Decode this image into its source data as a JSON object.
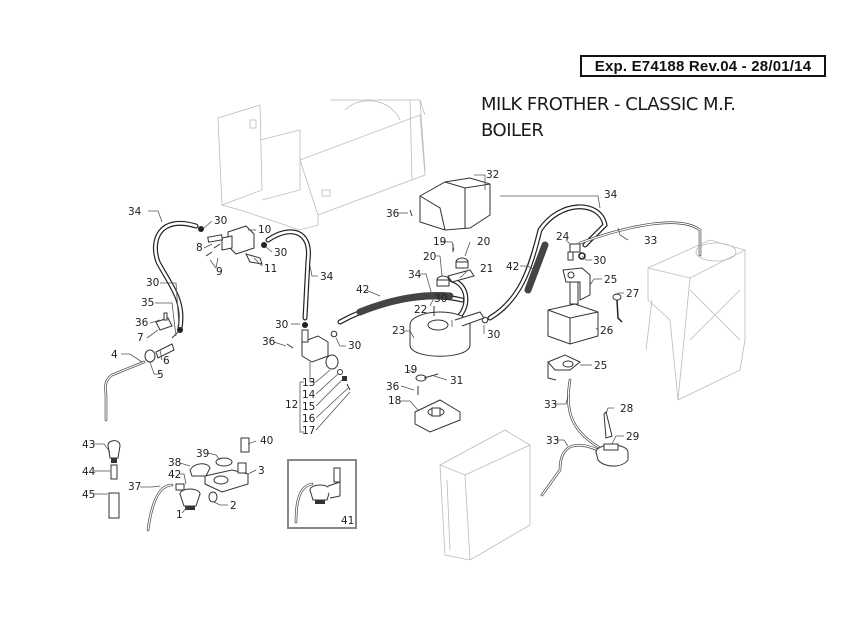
{
  "document": {
    "reference": "Exp. E74188 Rev.04 - 28/01/14",
    "title_line1": "MILK FROTHER - CLASSIC M.F.",
    "title_line2": "BOILER"
  },
  "callouts": {
    "c1": "1",
    "c2": "2",
    "c3": "3",
    "c4": "4",
    "c5": "5",
    "c6": "6",
    "c7": "7",
    "c8": "8",
    "c9": "9",
    "c10": "10",
    "c11": "11",
    "c12": "12",
    "c13": "13",
    "c14": "14",
    "c15": "15",
    "c16": "16",
    "c17": "17",
    "c18": "18",
    "c19": "19",
    "c20": "20",
    "c21": "21",
    "c22": "22",
    "c23": "23",
    "c24": "24",
    "c25": "25",
    "c26": "26",
    "c27": "27",
    "c28": "28",
    "c29": "29",
    "c30": "30",
    "c31": "31",
    "c32": "32",
    "c33": "33",
    "c34": "34",
    "c35": "35",
    "c36": "36",
    "c37": "37",
    "c38": "38",
    "c39": "39",
    "c40": "40",
    "c41": "41",
    "c42": "42",
    "c43": "43",
    "c44": "44",
    "c45": "45"
  },
  "parts": [
    {
      "name": "frame-outline",
      "type": "ghost"
    },
    {
      "name": "water-tank",
      "type": "ghost"
    },
    {
      "name": "drip-tray-box",
      "type": "ghost"
    },
    {
      "name": "solenoid-valve",
      "callout": "10"
    },
    {
      "name": "boiler",
      "callout": "23"
    },
    {
      "name": "boiler-cover",
      "callout": "32"
    },
    {
      "name": "pump",
      "callout": "26"
    },
    {
      "name": "flowmeter",
      "callout": "29"
    },
    {
      "name": "steam-tube",
      "callout": "4"
    },
    {
      "name": "milk-frother-kit",
      "callout": "41"
    }
  ]
}
